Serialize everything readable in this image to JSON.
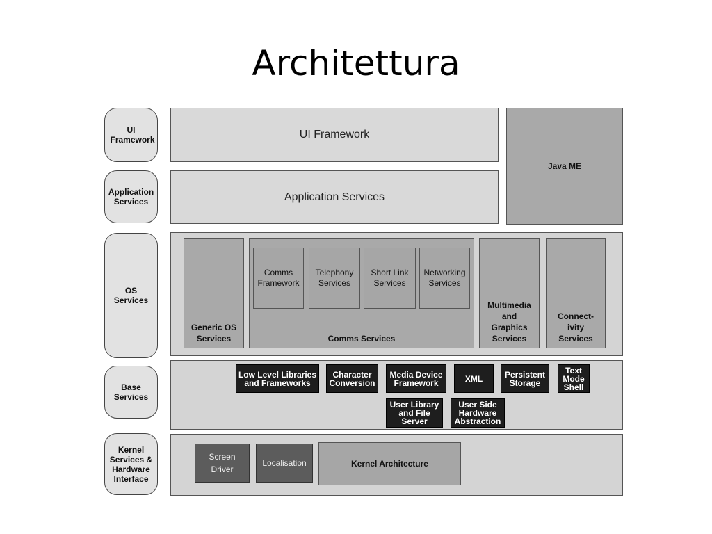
{
  "title": "Architettura",
  "side_labels": {
    "ui_framework": "UI Framework",
    "application_services": "Application Services",
    "os_services": "OS Services",
    "base_services": "Base Services",
    "kernel": "Kernel Services & Hardware Interface"
  },
  "ui_framework": "UI Framework",
  "application_services": "Application Services",
  "java_me": "Java ME",
  "os": {
    "generic": "Generic OS Services",
    "comms": "Comms Services",
    "comms_framework": "Comms Framework",
    "telephony": "Telephony Services",
    "short_link": "Short Link Services",
    "networking": "Networking Services",
    "multimedia": "Multimedia and Graphics Services",
    "connectivity": "Connect-ivity Services"
  },
  "base": {
    "low_level": "Low Level Libraries and Frameworks",
    "character": "Character Conversion",
    "media_device": "Media Device Framework",
    "xml": "XML",
    "persistent": "Persistent Storage",
    "text_mode": "Text Mode Shell",
    "user_library": "User Library and File Server",
    "user_side": "User Side Hardware Abstraction"
  },
  "kernel": {
    "screen_driver": "Screen Driver",
    "localisation": "Localisation",
    "kernel_arch": "Kernel Architecture"
  },
  "colors": {
    "light_gray": "#d9d9d9",
    "mid_gray": "#a9a9a9",
    "dark": "#1e1e1e",
    "kernel_dark": "#5c5c5c"
  }
}
